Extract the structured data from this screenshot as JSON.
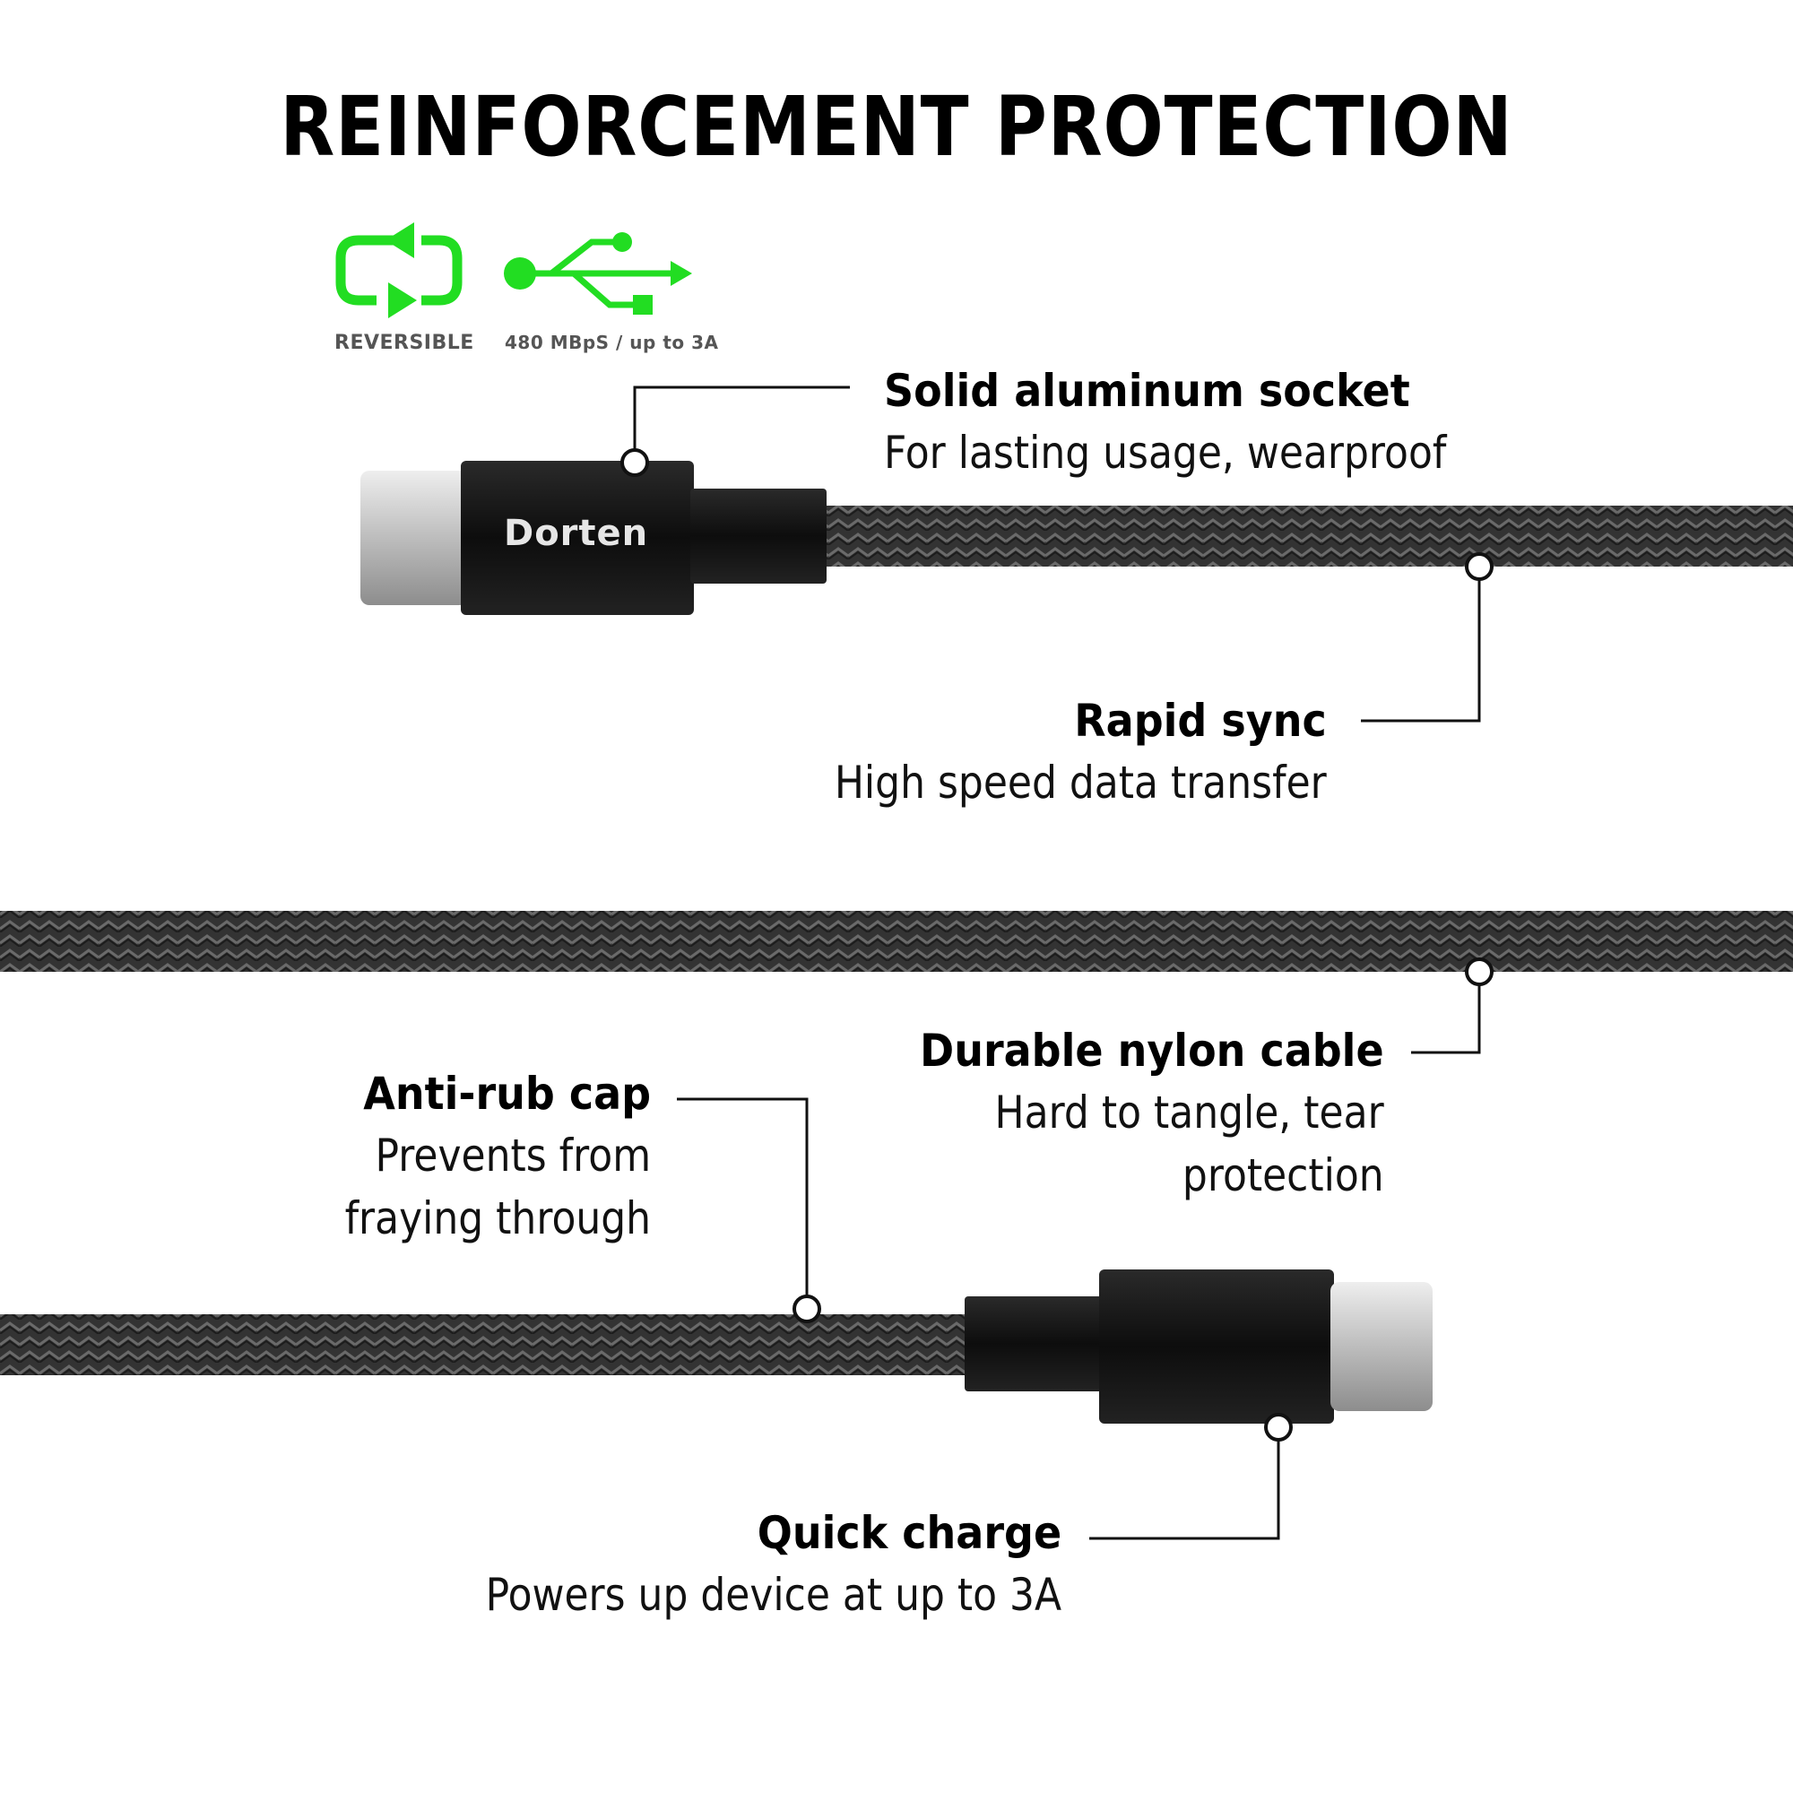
{
  "title": "REINFORCEMENT  PROTECTION",
  "features": [
    {
      "label": "REVERSIBLE",
      "icon": "reversible-arrows-icon"
    },
    {
      "label": "480 MBpS / up to 3A",
      "icon": "usb-icon"
    }
  ],
  "brand": "Dorten",
  "callouts": {
    "socket": {
      "heading": "Solid aluminum socket",
      "text": "For lasting usage, wearproof"
    },
    "sync": {
      "heading": "Rapid sync",
      "text": "High speed data transfer"
    },
    "nylon": {
      "heading": "Durable nylon cable",
      "text_line1": "Hard to tangle, tear",
      "text_line2": "protection"
    },
    "cap": {
      "heading": "Anti-rub cap",
      "text_line1": "Prevents from",
      "text_line2": "fraying through"
    },
    "charge": {
      "heading": "Quick charge",
      "text": "Powers up device at up to 3A"
    }
  },
  "colors": {
    "accent": "#22dd22",
    "cable": "#3a3a3a",
    "connector": "#111111",
    "plug": "#c8c8c8"
  }
}
